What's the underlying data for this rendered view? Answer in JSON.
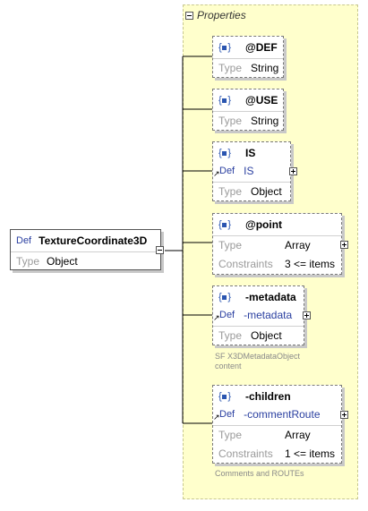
{
  "root": {
    "def": "Def",
    "name": "TextureCoordinate3D",
    "type_label": "Type",
    "type_value": "Object"
  },
  "properties_title": "Properties",
  "items": [
    {
      "name": "@DEF",
      "type_label": "Type",
      "type_value": "String"
    },
    {
      "name": "@USE",
      "type_label": "Type",
      "type_value": "String"
    },
    {
      "name": "IS",
      "def": "Def",
      "def_value": "IS",
      "type_label": "Type",
      "type_value": "Object"
    },
    {
      "name": "@point",
      "type_label": "Type",
      "type_value": "Array",
      "constraints_label": "Constraints",
      "constraints_value": "3 <= items"
    },
    {
      "name": "-metadata",
      "def": "Def",
      "def_value": "-metadata",
      "type_label": "Type",
      "type_value": "Object",
      "note_lines": [
        "SF X3DMetadataObject",
        "content"
      ]
    },
    {
      "name": "-children",
      "def": "Def",
      "def_value": "-commentRoute",
      "type_label": "Type",
      "type_value": "Array",
      "constraints_label": "Constraints",
      "constraints_value": "1 <= items",
      "note_lines": [
        "Comments and ROUTEs"
      ]
    }
  ]
}
